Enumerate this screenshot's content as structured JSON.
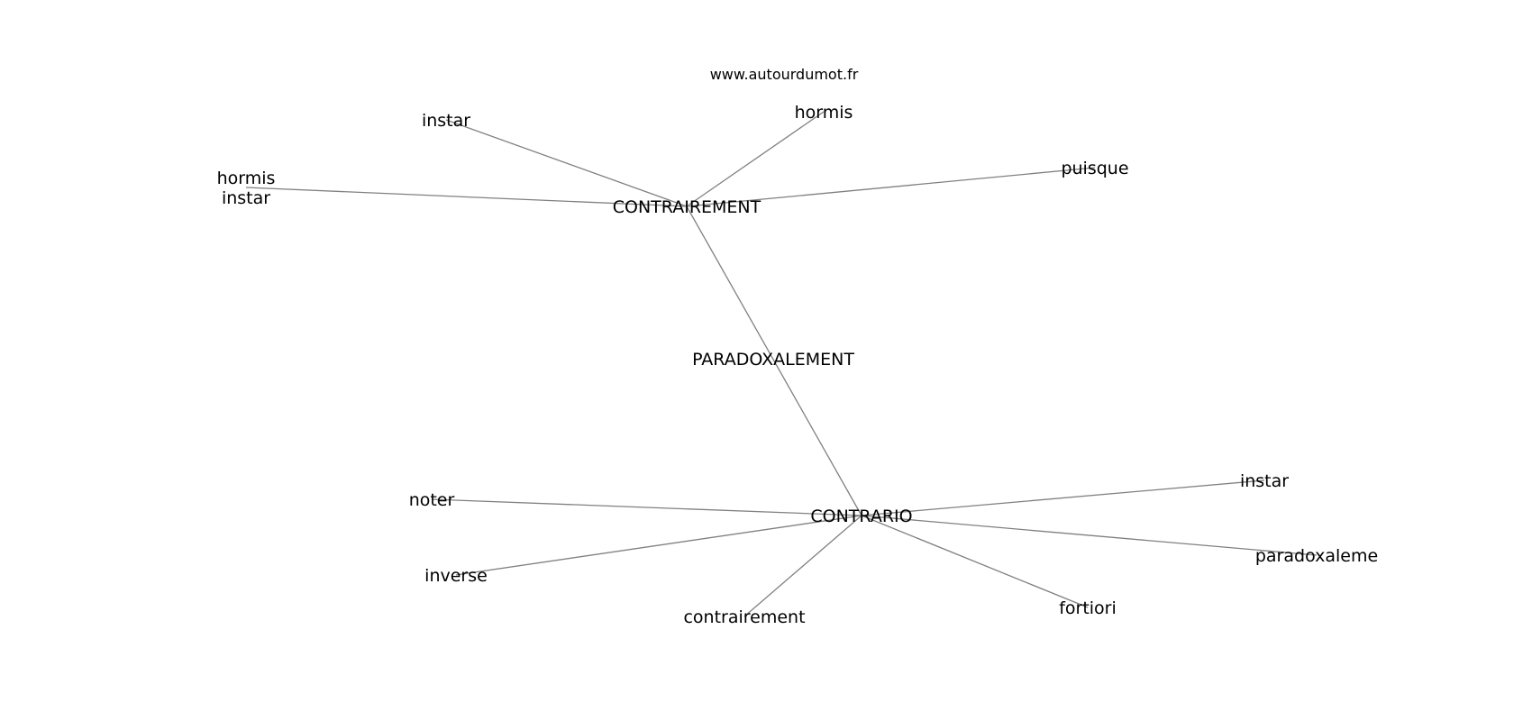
{
  "header": {
    "site": "www.autourdumot.fr"
  },
  "graph": {
    "edge_color": "#808080",
    "text_color": "#000000",
    "nodes": [
      {
        "id": "paradoxalement",
        "label": "PARADOXALEMENT"
      },
      {
        "id": "contrairement-hub",
        "label": "CONTRAIREMENT"
      },
      {
        "id": "contrario-hub",
        "label": "CONTRARIO"
      },
      {
        "id": "instar-top",
        "label": "instar"
      },
      {
        "id": "hormis-top",
        "label": "hormis"
      },
      {
        "id": "puisque",
        "label": "puisque"
      },
      {
        "id": "hormis-instar",
        "label": "hormis\ninstar"
      },
      {
        "id": "noter",
        "label": "noter"
      },
      {
        "id": "inverse",
        "label": "inverse"
      },
      {
        "id": "contrairement-leaf",
        "label": "contrairement"
      },
      {
        "id": "fortiori",
        "label": "fortiori"
      },
      {
        "id": "paradoxaleme",
        "label": "paradoxaleme"
      },
      {
        "id": "instar-right",
        "label": "instar"
      }
    ],
    "edges": [
      [
        "contrairement-hub",
        "contrario-hub"
      ],
      [
        "contrairement-hub",
        "instar-top"
      ],
      [
        "contrairement-hub",
        "hormis-top"
      ],
      [
        "contrairement-hub",
        "puisque"
      ],
      [
        "contrairement-hub",
        "hormis-instar"
      ],
      [
        "contrario-hub",
        "noter"
      ],
      [
        "contrario-hub",
        "inverse"
      ],
      [
        "contrario-hub",
        "contrairement-leaf"
      ],
      [
        "contrario-hub",
        "fortiori"
      ],
      [
        "contrario-hub",
        "paradoxaleme"
      ],
      [
        "contrario-hub",
        "instar-right"
      ]
    ]
  }
}
